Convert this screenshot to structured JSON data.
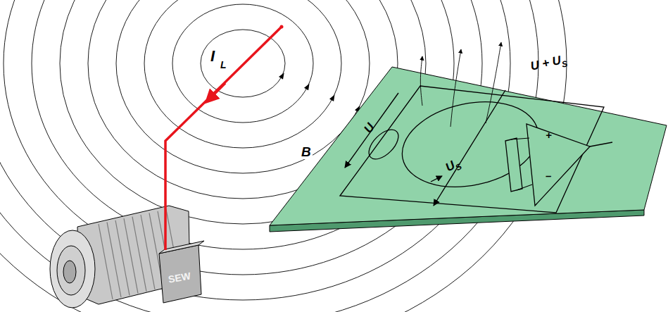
{
  "diagram": {
    "labels": [
      "I",
      "L",
      "B",
      "U",
      "U + U",
      "S",
      "U",
      "S",
      "+",
      "–",
      "SEW"
    ]
  }
}
